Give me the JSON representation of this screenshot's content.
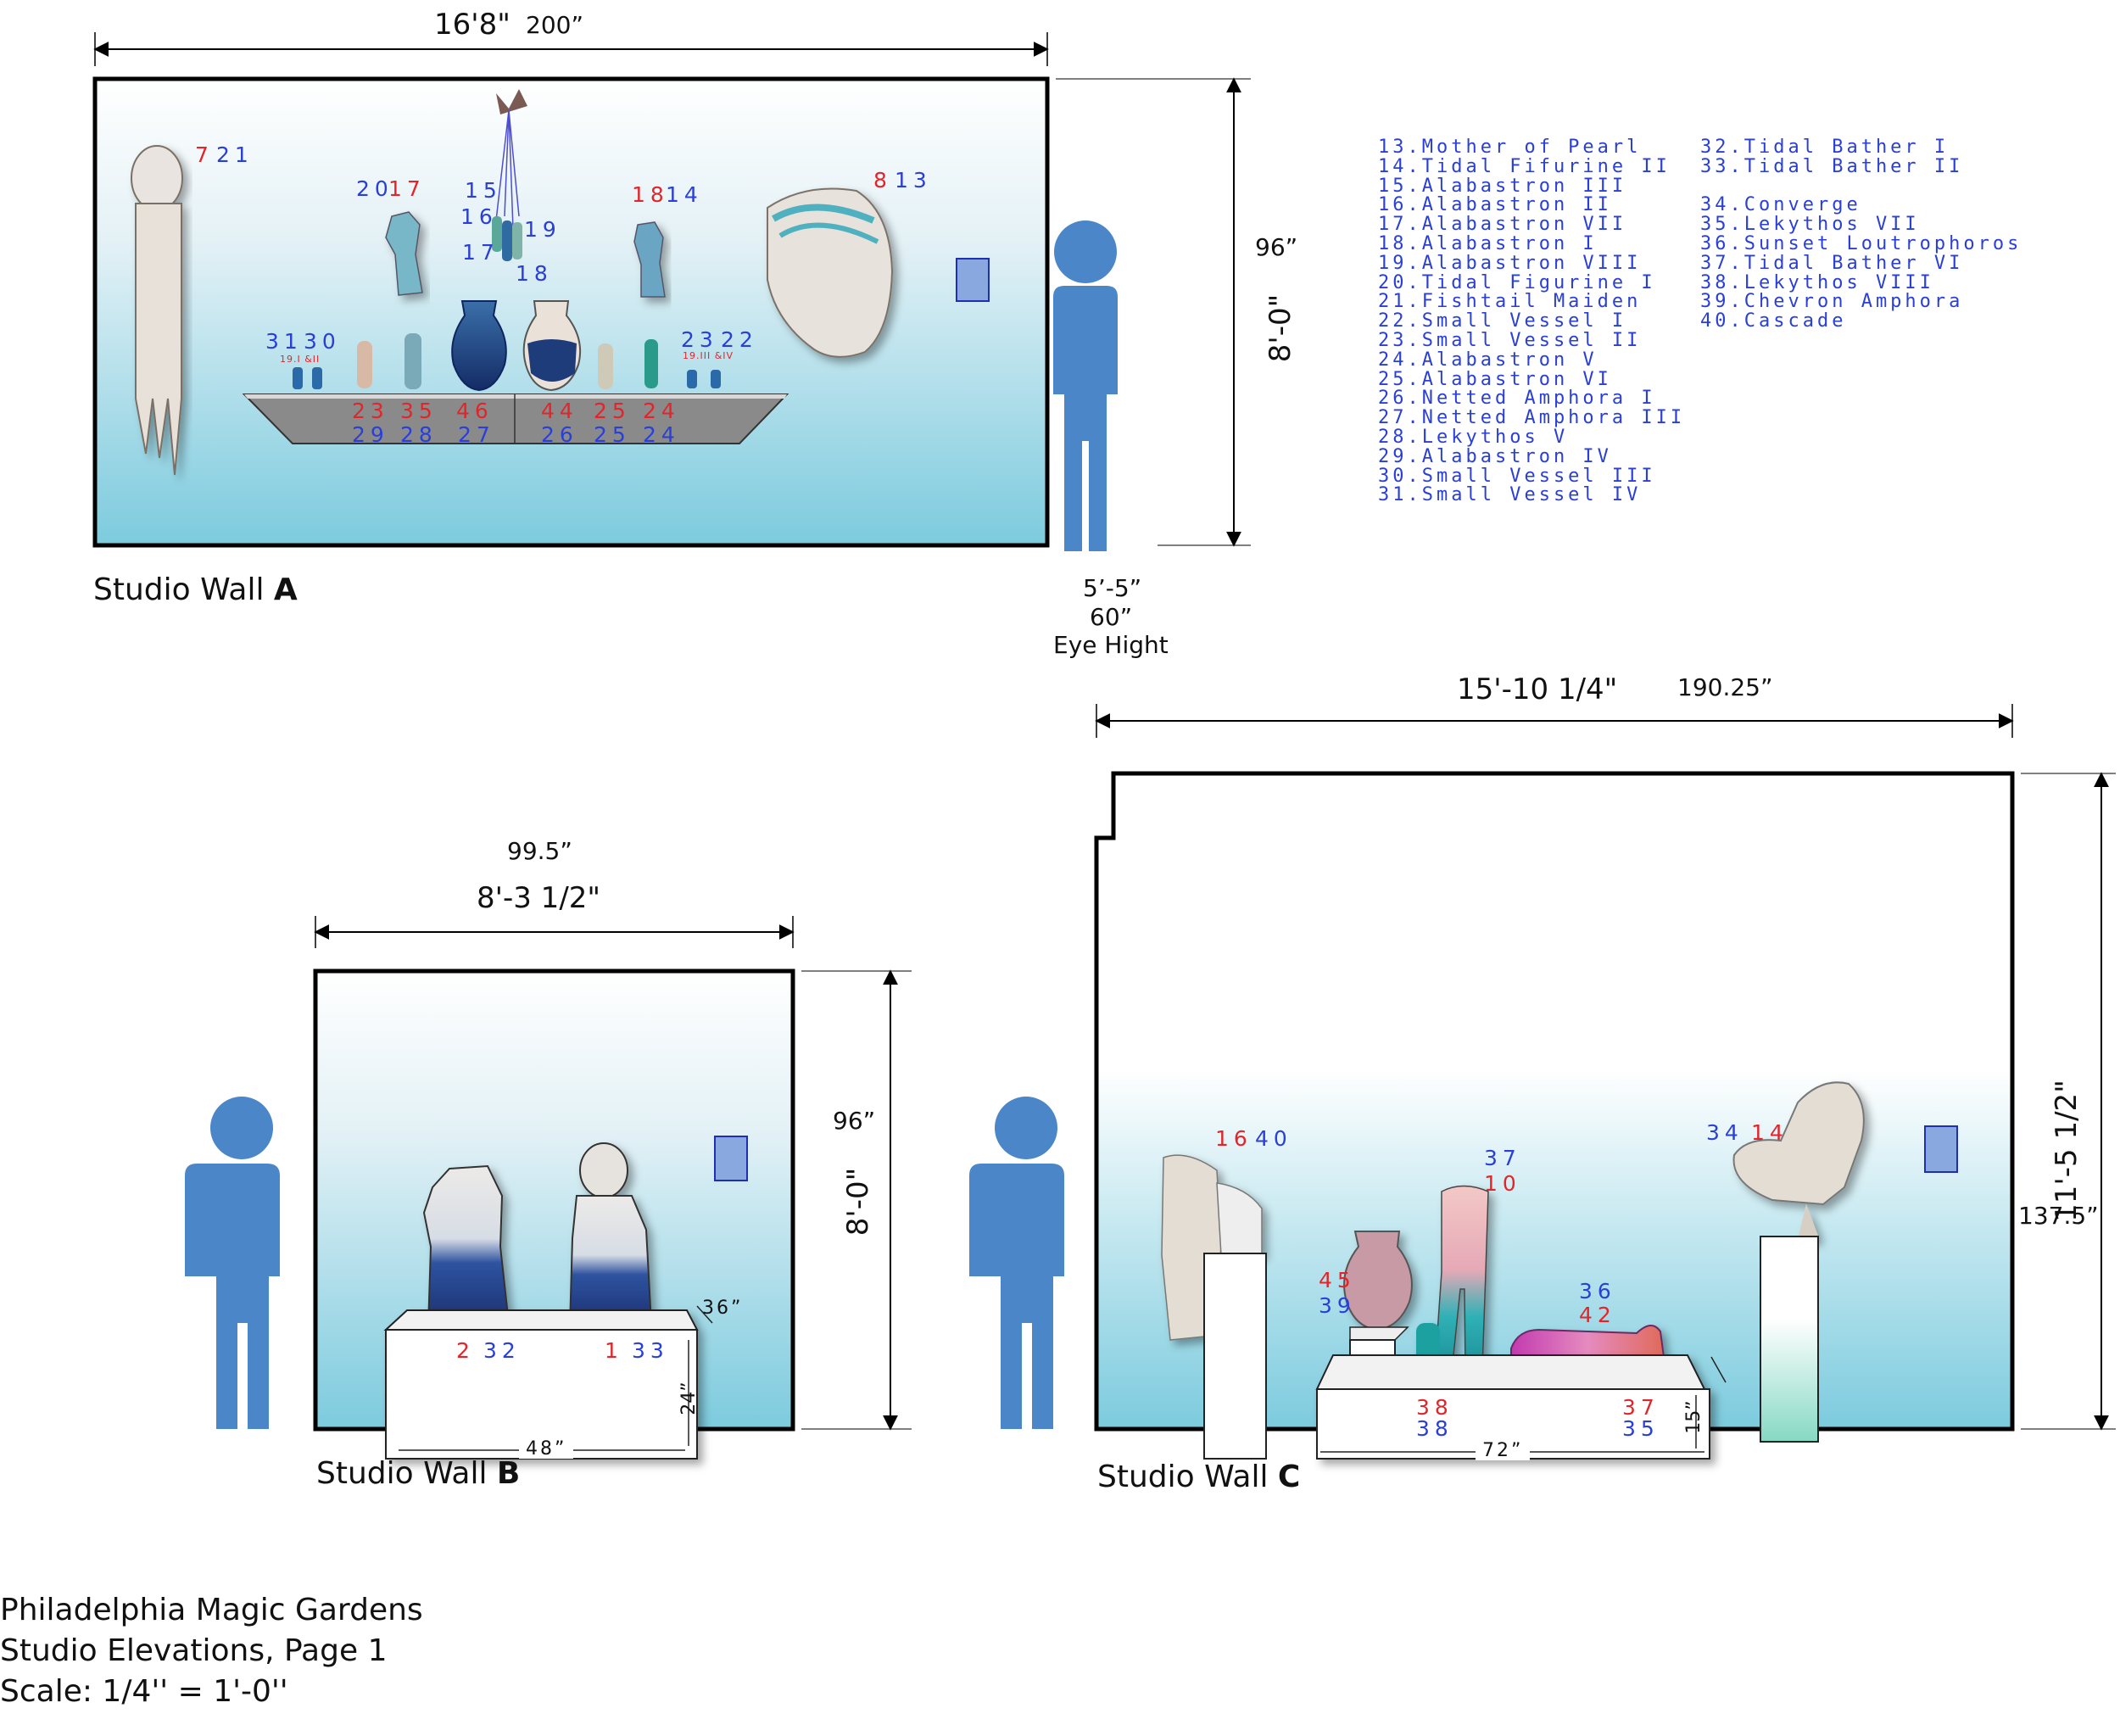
{
  "wall_a": {
    "title": "Studio Wall",
    "letter": "A",
    "width_ft": "16'8\"",
    "width_in": "200”",
    "height_ft": "8'-0\"",
    "height_in": "96”",
    "eye_ft": "5’-5”",
    "eye_in": "60”",
    "eye_label": "Eye Hight",
    "labels": [
      {
        "text": "7",
        "color": "red"
      },
      {
        "text": "21",
        "color": "blue"
      },
      {
        "text": "20",
        "color": "blue"
      },
      {
        "text": "17",
        "color": "red"
      },
      {
        "text": "15",
        "color": "blue"
      },
      {
        "text": "16",
        "color": "blue"
      },
      {
        "text": "19",
        "color": "blue"
      },
      {
        "text": "17",
        "color": "blue"
      },
      {
        "text": "18",
        "color": "blue"
      },
      {
        "text": "18",
        "color": "red"
      },
      {
        "text": "14",
        "color": "blue"
      },
      {
        "text": "8",
        "color": "red"
      },
      {
        "text": "13",
        "color": "blue"
      },
      {
        "text": "31",
        "color": "blue"
      },
      {
        "text": "30",
        "color": "blue"
      },
      {
        "text": "23",
        "color": "blue"
      },
      {
        "text": "22",
        "color": "blue"
      }
    ],
    "tiny_labels": [
      "19.I &II",
      "19.III &IV"
    ],
    "shelf_top": [
      "23",
      "35",
      "46",
      "44",
      "25",
      "24"
    ],
    "shelf_bottom": [
      "29",
      "28",
      "27",
      "26",
      "25",
      "24"
    ]
  },
  "legend_col1": [
    "13.Mother of Pearl",
    "14.Tidal Fifurine II",
    "15.Alabastron III",
    "16.Alabastron II",
    "17.Alabastron VII",
    "18.Alabastron I",
    "19.Alabastron VIII",
    "20.Tidal Figurine I",
    "21.Fishtail Maiden",
    "22.Small Vessel I",
    "23.Small Vessel II",
    "24.Alabastron V",
    "25.Alabastron VI",
    "26.Netted Amphora I",
    "27.Netted Amphora III",
    "28.Lekythos V",
    "29.Alabastron IV",
    "30.Small Vessel III",
    "31.Small Vessel IV"
  ],
  "legend_col2a": [
    "32.Tidal Bather I",
    "33.Tidal Bather II"
  ],
  "legend_col2b": [
    "34.Converge",
    "35.Lekythos VII",
    "36.Sunset Loutrophoros",
    "37.Tidal Bather VI",
    "38.Lekythos VIII",
    "39.Chevron Amphora",
    "40.Cascade"
  ],
  "wall_b": {
    "title": "Studio Wall",
    "letter": "B",
    "width_in": "99.5”",
    "width_ft": "8'-3 1/2\"",
    "height_in": "96”",
    "height_ft": "8'-0\"",
    "depth": "36”",
    "plinth_h": "24”",
    "plinth_w": "48”",
    "labels": [
      {
        "text": "2",
        "color": "red"
      },
      {
        "text": "32",
        "color": "blue"
      },
      {
        "text": "1",
        "color": "red"
      },
      {
        "text": "33",
        "color": "blue"
      }
    ]
  },
  "wall_c": {
    "title": "Studio Wall",
    "letter": "C",
    "width_ft": "15'-10 1/4\"",
    "width_in": "190.25”",
    "height_ft": "11'-5 1/2\"",
    "height_in": "137.5”",
    "plinth_h": "15”",
    "plinth_w": "72”",
    "labels": [
      {
        "text": "16",
        "color": "red"
      },
      {
        "text": "40",
        "color": "blue"
      },
      {
        "text": "37",
        "color": "blue"
      },
      {
        "text": "10",
        "color": "red"
      },
      {
        "text": "45",
        "color": "red"
      },
      {
        "text": "39",
        "color": "blue"
      },
      {
        "text": "36",
        "color": "blue"
      },
      {
        "text": "42",
        "color": "red"
      },
      {
        "text": "34",
        "color": "blue"
      },
      {
        "text": "14",
        "color": "red"
      },
      {
        "text": "38",
        "color": "red"
      },
      {
        "text": "38",
        "color": "blue"
      },
      {
        "text": "37",
        "color": "red"
      },
      {
        "text": "35",
        "color": "blue"
      }
    ]
  },
  "footer": {
    "line1": "Philadelphia Magic Gardens",
    "line2": "Studio Elevations, Page 1",
    "line3": "Scale: 1/4'' = 1'-0''"
  },
  "colors": {
    "label_red": "#e0262b",
    "label_blue": "#2a3fd6",
    "figure_blue": "#4a86c8",
    "wall_top": "#ffffff",
    "wall_bottom": "#7ccbde"
  }
}
